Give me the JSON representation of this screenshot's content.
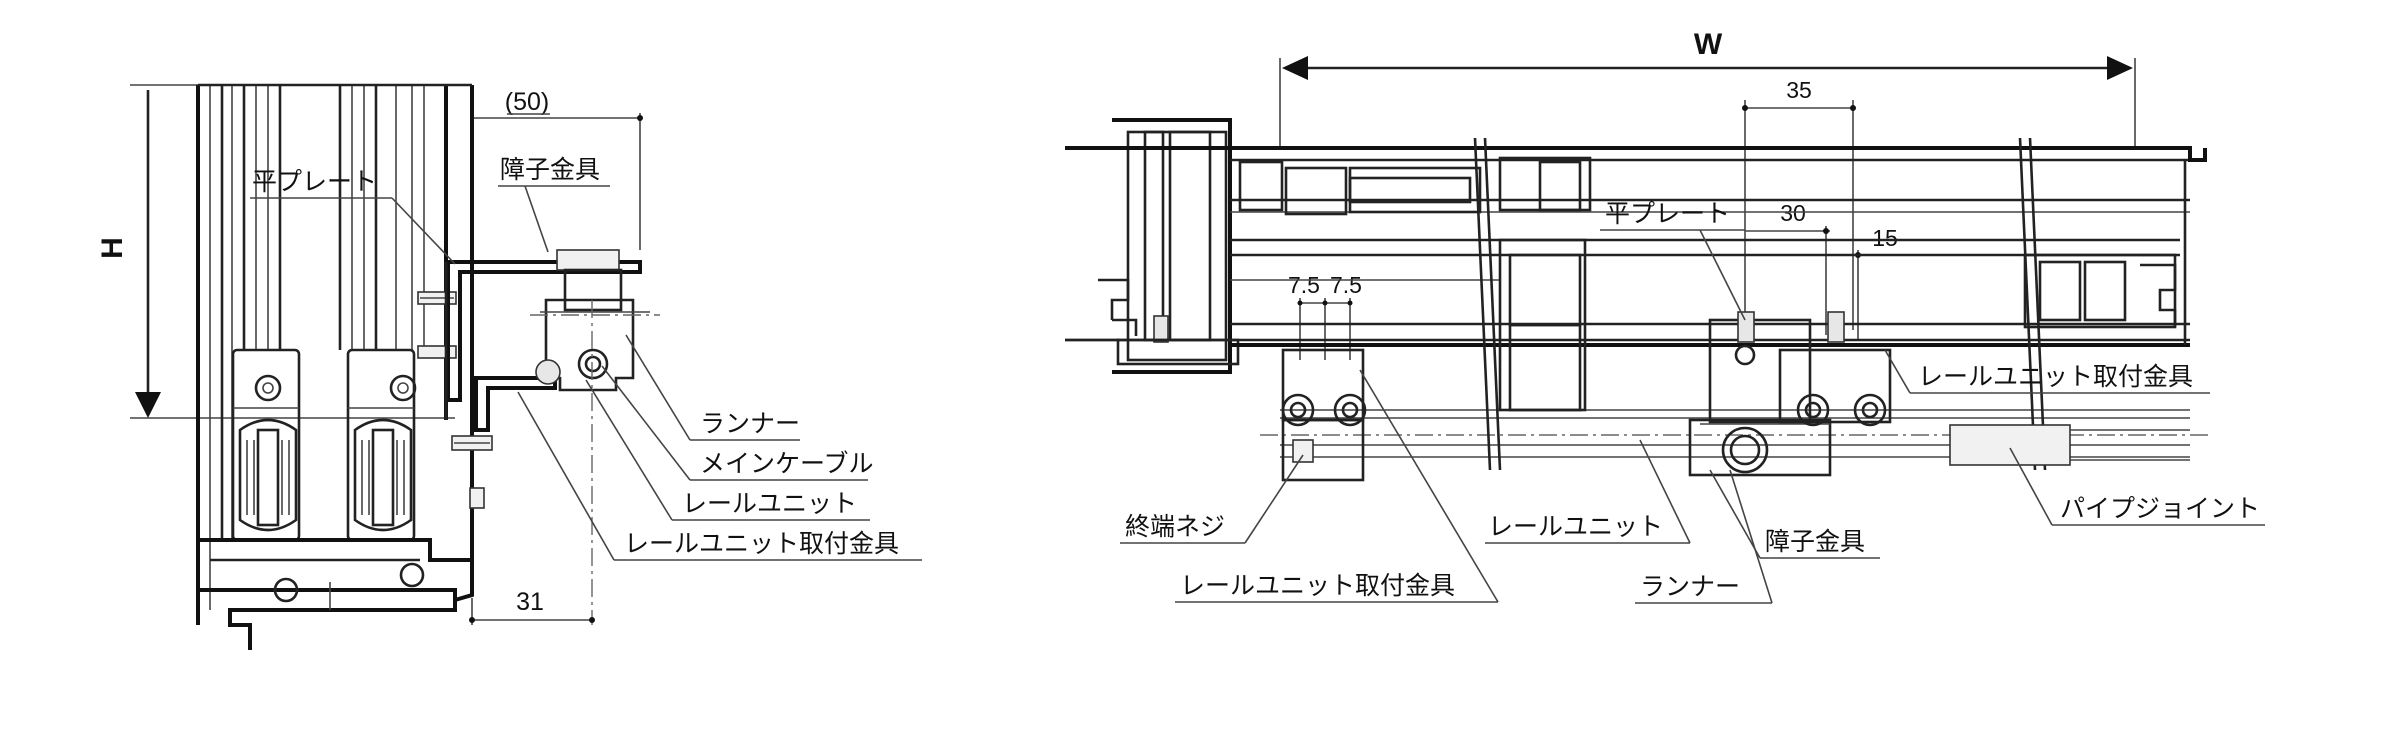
{
  "left_view": {
    "dim_top": "(50)",
    "dim_height": "H",
    "dim_bottom": "31",
    "labels": {
      "flat_plate": "平プレート",
      "shoji_bracket": "障子金具",
      "runner": "ランナー",
      "main_cable": "メインケーブル",
      "rail_unit": "レールユニット",
      "rail_unit_bracket": "レールユニット取付金具"
    }
  },
  "right_view": {
    "dim_width": "W",
    "dim_35": "35",
    "dim_30": "30",
    "dim_15": "15",
    "dim_7_5_a": "7.5",
    "dim_7_5_b": "7.5",
    "labels": {
      "flat_plate": "平プレート",
      "rail_unit_bracket_right": "レールユニット取付金具",
      "end_screw": "終端ネジ",
      "rail_unit": "レールユニット",
      "shoji_bracket": "障子金具",
      "pipe_joint": "パイプジョイント",
      "rail_unit_bracket_bottom": "レールユニット取付金具",
      "runner": "ランナー"
    }
  }
}
